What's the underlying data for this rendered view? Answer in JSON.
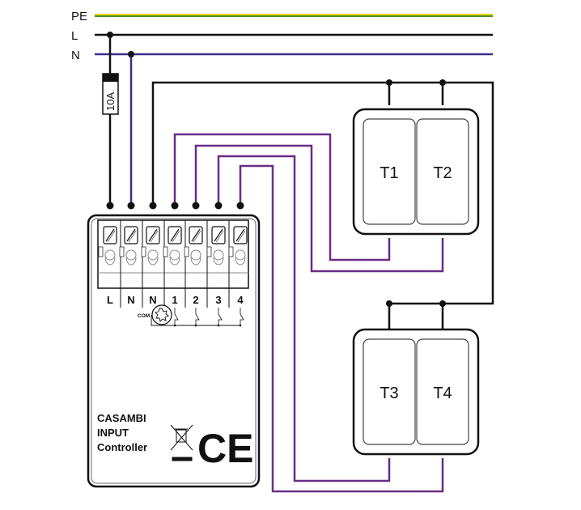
{
  "busbars": {
    "pe_label": "PE",
    "l_label": "L",
    "n_label": "N"
  },
  "fuse": {
    "rating": "10A"
  },
  "controller": {
    "terminal_labels": [
      "L",
      "N",
      "N",
      "1",
      "2",
      "3",
      "4"
    ],
    "com_label": "COM",
    "name_line1": "CASAMBI",
    "name_line2": "INPUT",
    "name_line3": "Controller",
    "ce_mark": "CE"
  },
  "switches": [
    {
      "left": "T1",
      "right": "T2"
    },
    {
      "left": "T3",
      "right": "T4"
    }
  ],
  "colors": {
    "pe_yellow": "#e8d200",
    "pe_green": "#4a8f2a",
    "line_black": "#111111",
    "neutral_blue": "#3a2e8a",
    "signal_purple": "#6a2c88"
  }
}
